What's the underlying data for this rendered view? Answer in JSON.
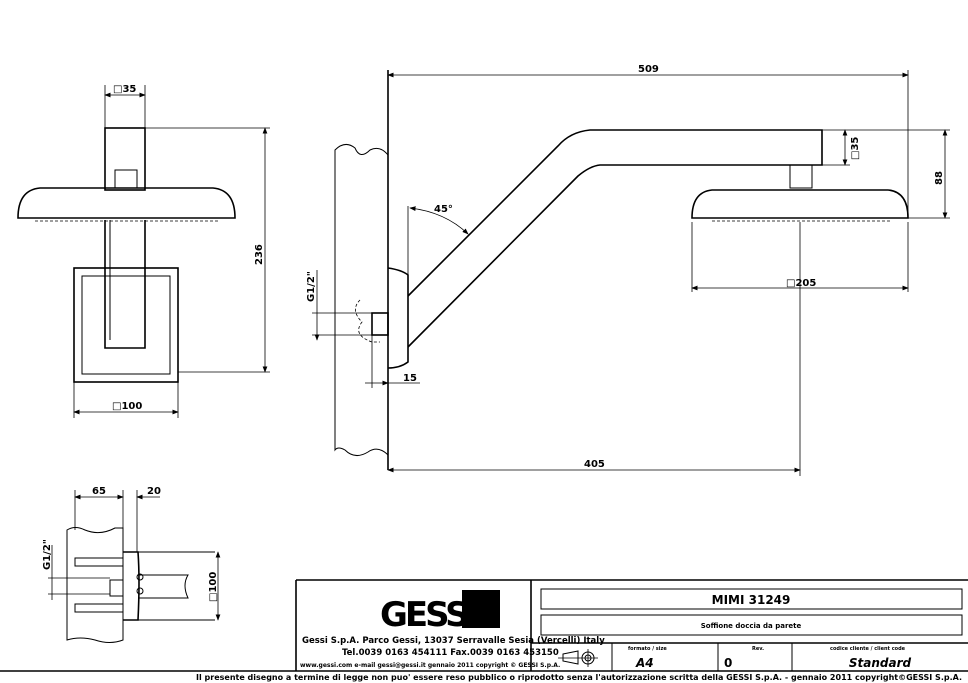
{
  "dimensions": {
    "front_square_top": "□35",
    "front_height": "236",
    "front_plate": "□100",
    "side_length": "509",
    "side_arm_square": "□35",
    "side_drop": "88",
    "side_head": "□205",
    "side_angle": "45°",
    "side_thread": "G1/2\"",
    "side_offset": "15",
    "side_projection": "405",
    "detail_depth": "65",
    "detail_plate": "20",
    "detail_thread": "G1/2\"",
    "detail_square": "□100"
  },
  "title_block": {
    "logo": "GESSI",
    "company_line": "Gessi S.p.A. Parco Gessi, 13037 Serravalle Sesia (Vercelli) Italy",
    "phone_line": "Tel.0039 0163 454111 Fax.0039 0163 453150",
    "web_line": "www.gessi.com e-mail gessi@gessi.it   gennaio 2011   copyright © GESSI S.p.A.",
    "product_code": "MIMI 31249",
    "product_desc": "Soffione doccia da parete",
    "format_label": "formato / size",
    "format_value": "A4",
    "rev_label": "Rev.",
    "rev_value": "0",
    "client_code_label": "codice cliente / client code",
    "client_code_value": "Standard",
    "legal_notice": "Il presente disegno a termine di legge non puo' essere reso pubblico o riprodotto senza l'autorizzazione scritta della GESSI S.p.A. - gennaio 2011 copyright©GESSI S.p.A."
  }
}
